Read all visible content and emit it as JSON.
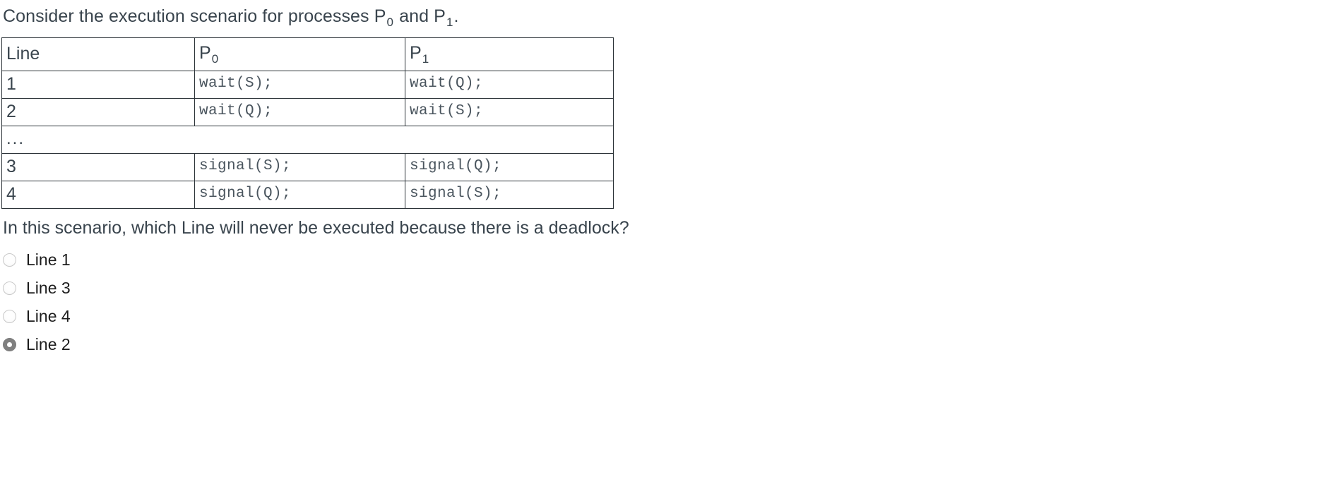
{
  "prompt": {
    "text_before": "Consider the execution scenario for processes P",
    "sub_0": "0",
    "text_mid": " and P",
    "sub_1": "1",
    "text_after": "."
  },
  "table": {
    "headers": {
      "line": "Line",
      "p0_base": "P",
      "p0_sub": "0",
      "p1_base": "P",
      "p1_sub": "1"
    },
    "rows": [
      {
        "line": "1",
        "p0": "wait(S);",
        "p1": "wait(Q);"
      },
      {
        "line": "2",
        "p0": "wait(Q);",
        "p1": "wait(S);"
      }
    ],
    "ellipsis": "...",
    "rows_after": [
      {
        "line": "3",
        "p0": "signal(S);",
        "p1": "signal(Q);"
      },
      {
        "line": "4",
        "p0": "signal(Q);",
        "p1": "signal(S);"
      }
    ]
  },
  "question": "In this scenario, which Line will never be executed because there is a deadlock?",
  "options": [
    {
      "label": "Line 1",
      "selected": false
    },
    {
      "label": "Line 3",
      "selected": false
    },
    {
      "label": "Line 4",
      "selected": false
    },
    {
      "label": "Line 2",
      "selected": true
    }
  ],
  "colors": {
    "text": "#39444d",
    "code_text": "#4a555e",
    "border": "#2c3338",
    "radio_selected": "#808080",
    "radio_unselected_border": "#c8c8c8",
    "background": "#ffffff"
  }
}
